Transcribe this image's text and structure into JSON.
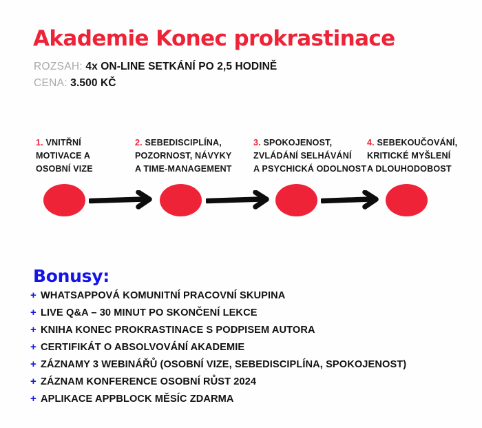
{
  "page": {
    "background_color": "#fefefe",
    "accent_red": "#ee2337",
    "accent_blue": "#1414e6",
    "muted_gray": "#a9a9a9"
  },
  "header": {
    "title": "Akademie Konec prokrastinace",
    "meta": [
      {
        "key": "ROZSAH:",
        "value": "4x ON-LINE SETKÁNÍ PO 2,5 HODINĚ"
      },
      {
        "key": "CENA:",
        "value": "3.500 KČ"
      }
    ]
  },
  "steps": [
    {
      "number": "1.",
      "lines": [
        "VNITŘNÍ",
        "MOTIVACE A",
        "OSOBNÍ VIZE"
      ]
    },
    {
      "number": "2.",
      "lines": [
        "SEBEDISCIPLÍNA,",
        "POZORNOST, NÁVYKY",
        "A TIME-MANAGEMENT"
      ]
    },
    {
      "number": "3.",
      "lines": [
        "SPOKOJENOST,",
        "ZVLÁDÁNÍ SELHÁVÁNÍ",
        "A PSYCHICKÁ ODOLNOST"
      ]
    },
    {
      "number": "4.",
      "lines": [
        "SEBEKOUČOVÁNÍ,",
        "KRITICKÉ MYŠLENÍ",
        "A DLOUHODOBOST"
      ]
    }
  ],
  "bonus": {
    "title": "Bonusy:",
    "marker": "+",
    "items": [
      "WHATSAPPOVÁ KOMUNITNÍ PRACOVNÍ SKUPINA",
      "LIVE Q&A – 30 MINUT PO SKONČENÍ LEKCE",
      "KNIHA KONEC PROKRASTINACE S PODPISEM AUTORA",
      "CERTIFIKÁT O ABSOLVOVÁNÍ AKADEMIE",
      "ZÁZNAMY 3 WEBINÁŘŮ (OSOBNÍ VIZE, SEBEDISCIPLÍNA, SPOKOJENOST)",
      "ZÁZNAM KONFERENCE OSOBNÍ RŮST 2024",
      "APLIKACE APPBLOCK MĚSÍC ZDARMA"
    ]
  }
}
